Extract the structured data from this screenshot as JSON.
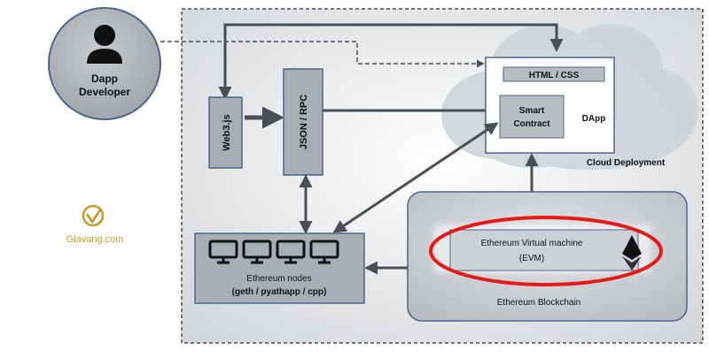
{
  "developer": {
    "label_line1": "Dapp",
    "label_line2": "Developer"
  },
  "watermark": {
    "text": "Giavang.com"
  },
  "web3": {
    "label": "Web3.js"
  },
  "rpc": {
    "label": "JSON / RPC"
  },
  "cloud": {
    "html_css": "HTML / CSS",
    "contract_line1": "Smart",
    "contract_line2": "Contract",
    "dapp": "DApp",
    "label": "Cloud Deployment"
  },
  "nodes": {
    "line1": "Ethereum nodes",
    "line2": "(geth / pyathapp / cpp)"
  },
  "blockchain": {
    "evm_line1": "Ethereum Virtual machine",
    "evm_line2": "(EVM)",
    "label": "Ethereum Blockchain"
  },
  "colors": {
    "box_fill": "#a9aeb4",
    "box_stroke": "#4a6690",
    "arrow": "#4a4f55",
    "highlight": "#e31b1b",
    "cloud": "#cfd3d7",
    "panel": "#e6e8ea",
    "watermark": "#c29a2b"
  }
}
